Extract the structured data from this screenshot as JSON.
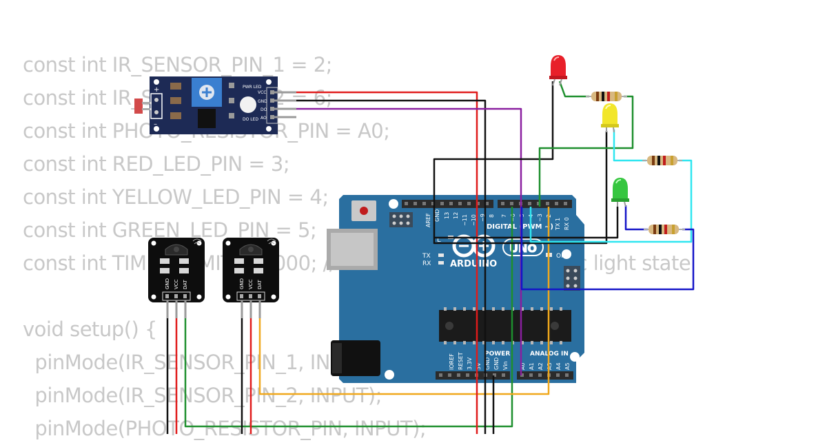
{
  "code_lines": [
    "const int IR_SENSOR_PIN_1 = 2;",
    "const int IR_SENSOR_PIN_2 = 6;",
    "const int PHOTO_RESISTOR_PIN = A0;",
    "const int RED_LED_PIN = 3;",
    "const int YELLOW_LED_PIN = 4;",
    "const int GREEN_LED_PIN = 5;",
    "const int TIMER_LIMIT = 5000; // 5 seconds for each traffic light state",
    "",
    "void setup() {",
    "  pinMode(IR_SENSOR_PIN_1, INPUT);",
    "  pinMode(IR_SENSOR_PIN_2, INPUT);",
    "  pinMode(PHOTO_RESISTOR_PIN, INPUT);"
  ],
  "board": {
    "brand": "ARDUINO",
    "model": "UNO",
    "digital_label": "DIGITAL (PWM ~)",
    "power_label": "POWER",
    "analog_label": "ANALOG IN",
    "on_label": "ON",
    "tx_label": "TX",
    "rx_label": "RX",
    "l_label": "L",
    "aref_label": "AREF",
    "gnd_label": "GND",
    "power_pins": [
      "IOREF",
      "RESET",
      "3.3V",
      "5V",
      "GND",
      "GND",
      "Vin"
    ],
    "analog_pins": [
      "A0",
      "A1",
      "A2",
      "A3",
      "A4",
      "A5"
    ],
    "digital_pins": [
      "13",
      "12",
      "~11",
      "~10",
      "~9",
      "8",
      "7",
      "~6",
      "~5",
      "4",
      "~3",
      "2",
      "TX 1",
      "RX 0"
    ]
  },
  "photo_module": {
    "pins": [
      "VCC",
      "GND",
      "DO",
      "AO"
    ],
    "pwr_led": "PWR LED",
    "do_led": "DO LED",
    "plus": "+",
    "minus": "–"
  },
  "ir_sensor": {
    "pins": [
      "GND",
      "VCC",
      "DAT"
    ]
  },
  "leds": [
    {
      "color": "red",
      "hex": "#e8202a"
    },
    {
      "color": "yellow",
      "hex": "#f2e62a"
    },
    {
      "color": "green",
      "hex": "#36c640"
    }
  ],
  "wire_colors": {
    "red": "#e01b1b",
    "black": "#111111",
    "purple": "#8a1fa0",
    "green": "#1e8f2e",
    "cyan": "#2fe6f0",
    "blue": "#1414c8",
    "orange": "#f0a81c",
    "gray": "#9a9a9a"
  }
}
